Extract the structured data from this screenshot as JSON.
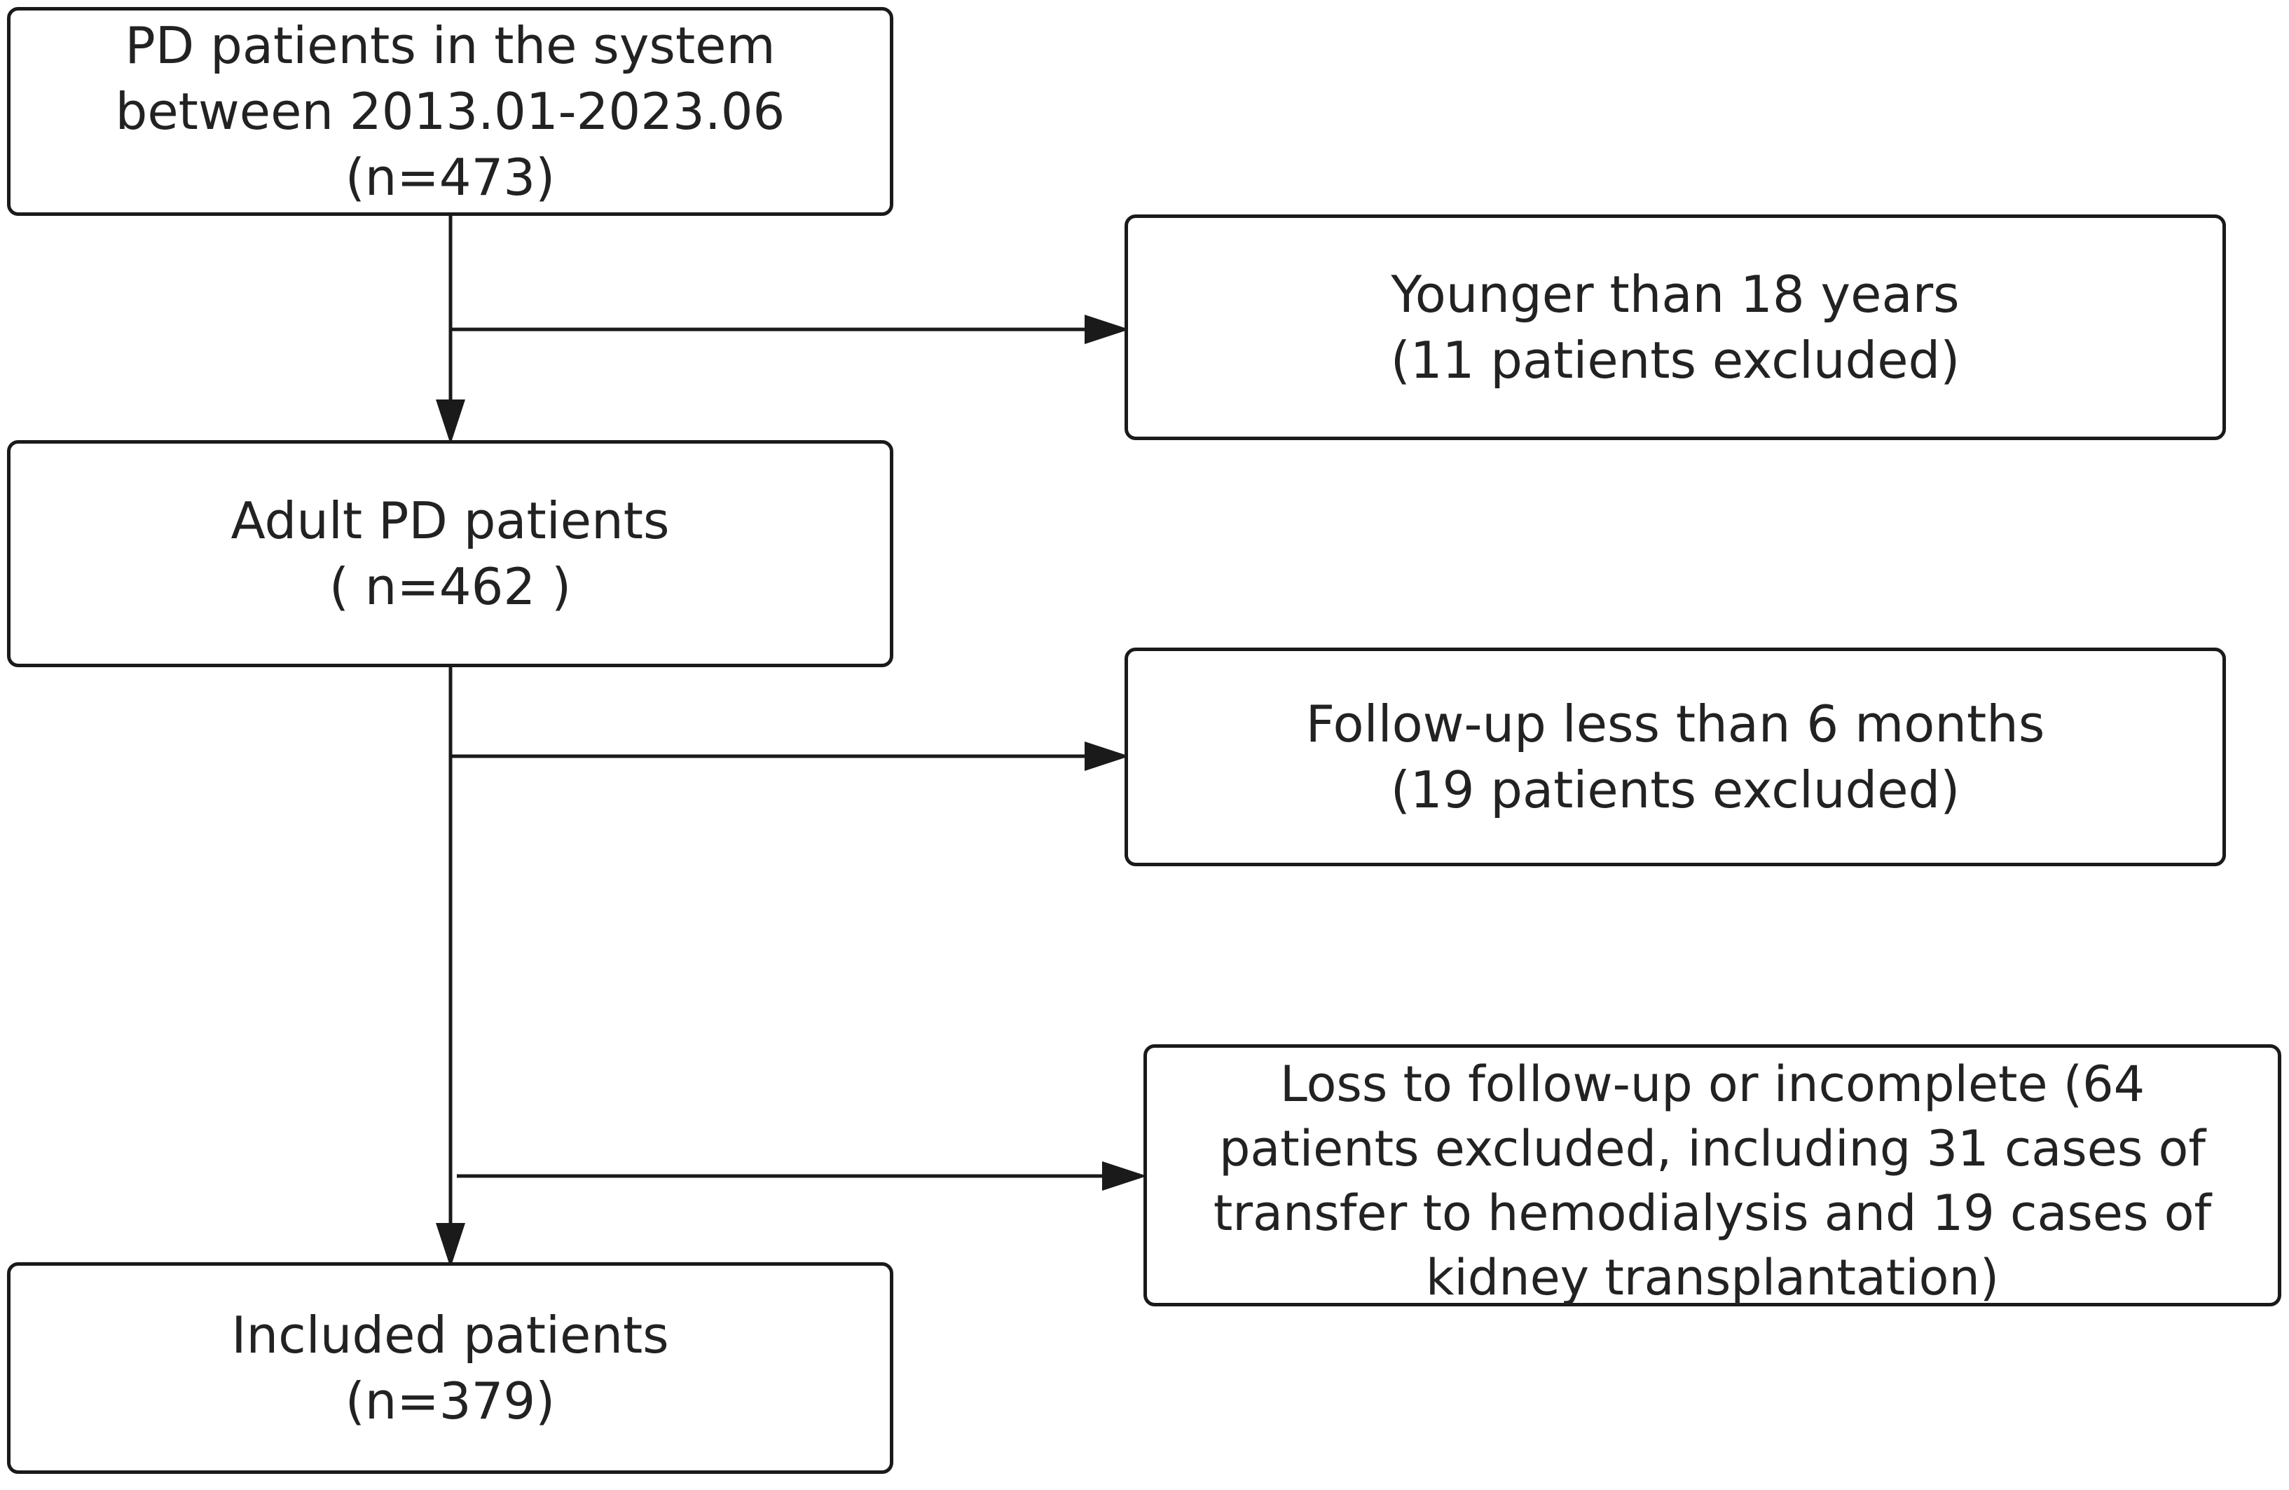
{
  "flowchart": {
    "boxes": {
      "source": {
        "lines": [
          "PD patients in the system",
          "between 2013.01-2023.06",
          "(n=473)"
        ]
      },
      "adult": {
        "lines": [
          "Adult PD patients",
          "( n=462 )"
        ]
      },
      "included": {
        "lines": [
          "Included patients",
          "(n=379)"
        ]
      },
      "excl_age": {
        "lines": [
          "Younger than 18 years",
          "(11 patients excluded)"
        ]
      },
      "excl_followup": {
        "lines": [
          "Follow-up less than 6 months",
          "(19 patients excluded)"
        ]
      },
      "excl_loss": {
        "lines": [
          "Loss to follow-up or incomplete (64",
          "patients excluded, including 31 cases of",
          "transfer to hemodialysis and 19 cases of",
          "kidney transplantation)"
        ]
      }
    },
    "line_color": "#1a1a1a"
  }
}
